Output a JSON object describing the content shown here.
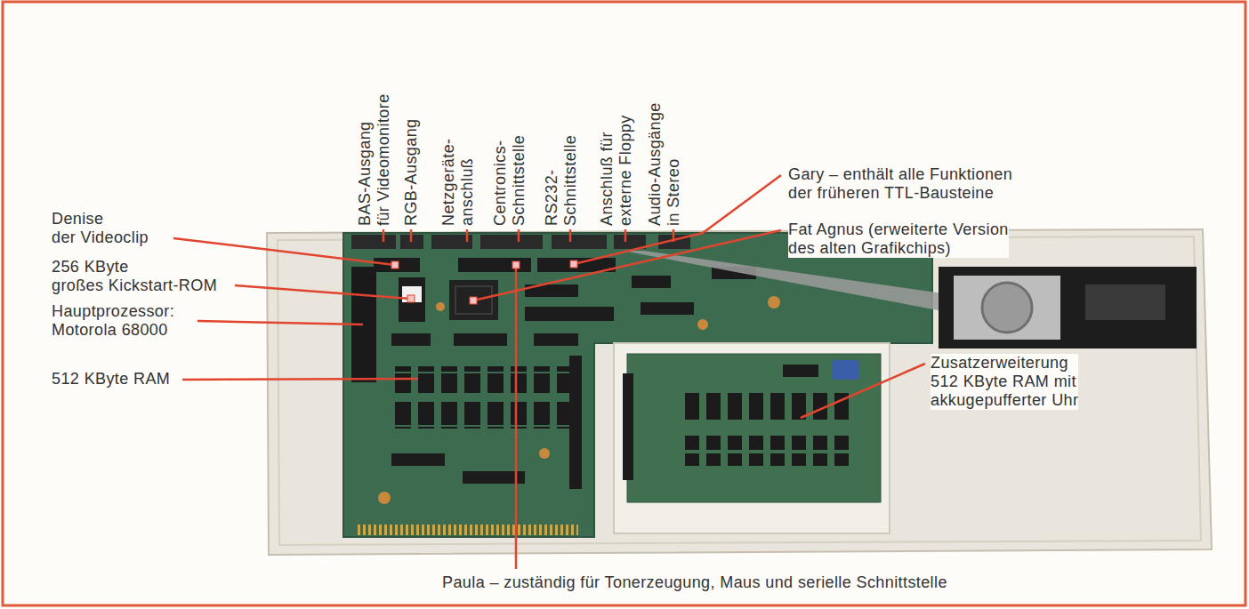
{
  "diagram": {
    "labels": [
      "BAS-Ausgang für Videomonitore",
      "RGB-Ausgang",
      "Netzgeräte- anschluß",
      "Centronics- Schnittstelle",
      "RS232- Schnittstelle",
      "Anschluß für externe Floppy",
      "Audio-Ausgänge in Stereo",
      "Denise der Videoclip",
      "256 KByte großes Kickstart-ROM",
      "Hauptprozessor: Motorola 68000",
      "512 KByte RAM",
      "Gary – enthält alle Funktionen der früheren TTL-Bausteine",
      "Fat Agnus (erweiterte Version des alten Grafikchips)",
      "Zusatzerweiterung 512 KByte RAM mit akkugepufferter Uhr",
      "Paula – zuständig für Tonerzeugung, Maus und serielle Schnittstelle"
    ]
  }
}
